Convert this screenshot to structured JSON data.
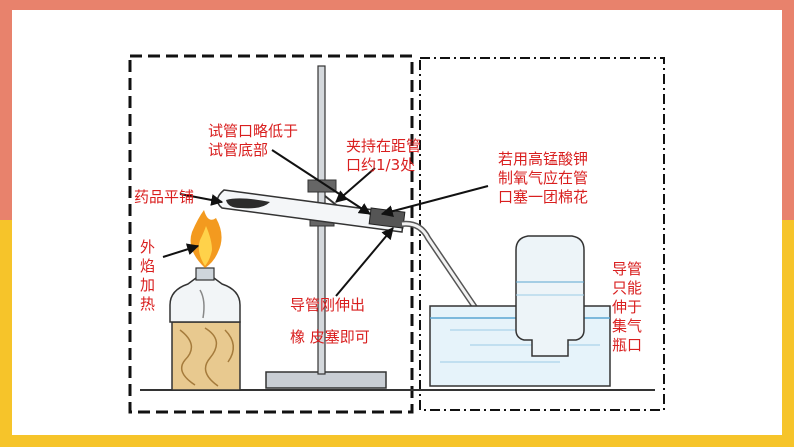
{
  "colors": {
    "band_top": "#E8826C",
    "band_bottom": "#F6C42A",
    "annotation_red": "#D91F1F"
  },
  "labels": {
    "tube_mouth": "试管口略低于\n试管底部",
    "clamp_position": "夹持在距管\n口约1/3处",
    "cotton_note": "若用高锰酸钾\n制氧气应在管\n口塞一团棉花",
    "reagent_spread": "药品平铺",
    "outer_flame": "外\n焰\n加\n热",
    "tube_just_out": "导管刚伸出",
    "rubber_stopper": "橡 皮塞即可",
    "tube_bottle_mouth": "导管\n只能\n伸于\n集气\n瓶口"
  }
}
